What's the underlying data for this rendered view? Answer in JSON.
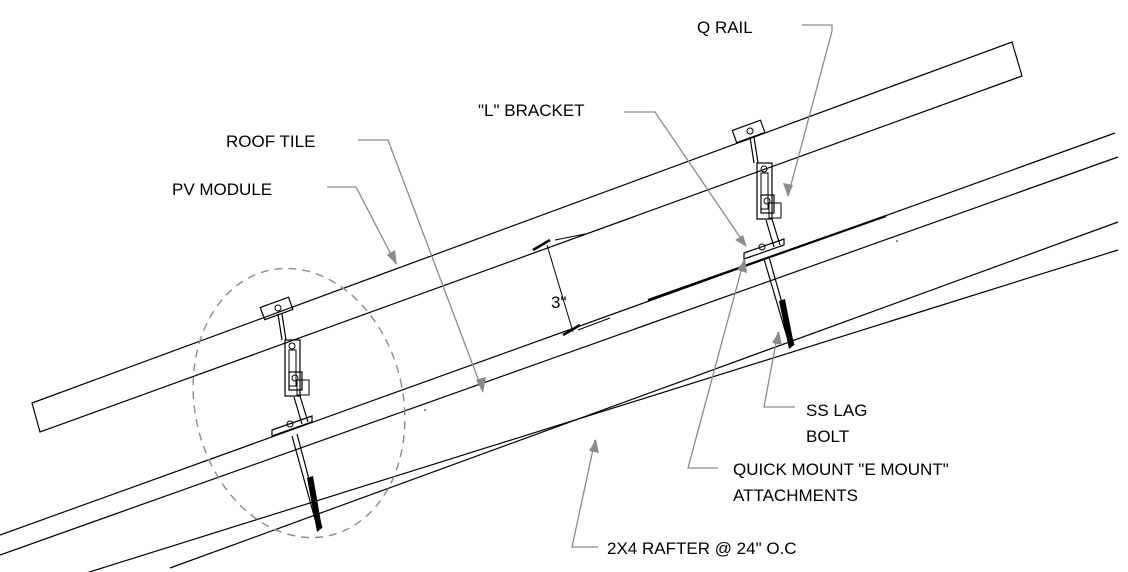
{
  "labels": {
    "q_rail": "Q RAIL",
    "l_bracket": "\"L\" BRACKET",
    "roof_tile": "ROOF TILE",
    "pv_module": "PV MODULE",
    "dimension": "3\"",
    "ss_lag_bolt_line1": "SS LAG",
    "ss_lag_bolt_line2": "BOLT",
    "quick_mount_line1": "QUICK MOUNT \"E MOUNT\"",
    "quick_mount_line2": "ATTACHMENTS",
    "rafter": "2X4 RAFTER @ 24\" O.C"
  },
  "colors": {
    "linework": "#000000",
    "leader": "#8a8a8a",
    "background": "#ffffff"
  }
}
